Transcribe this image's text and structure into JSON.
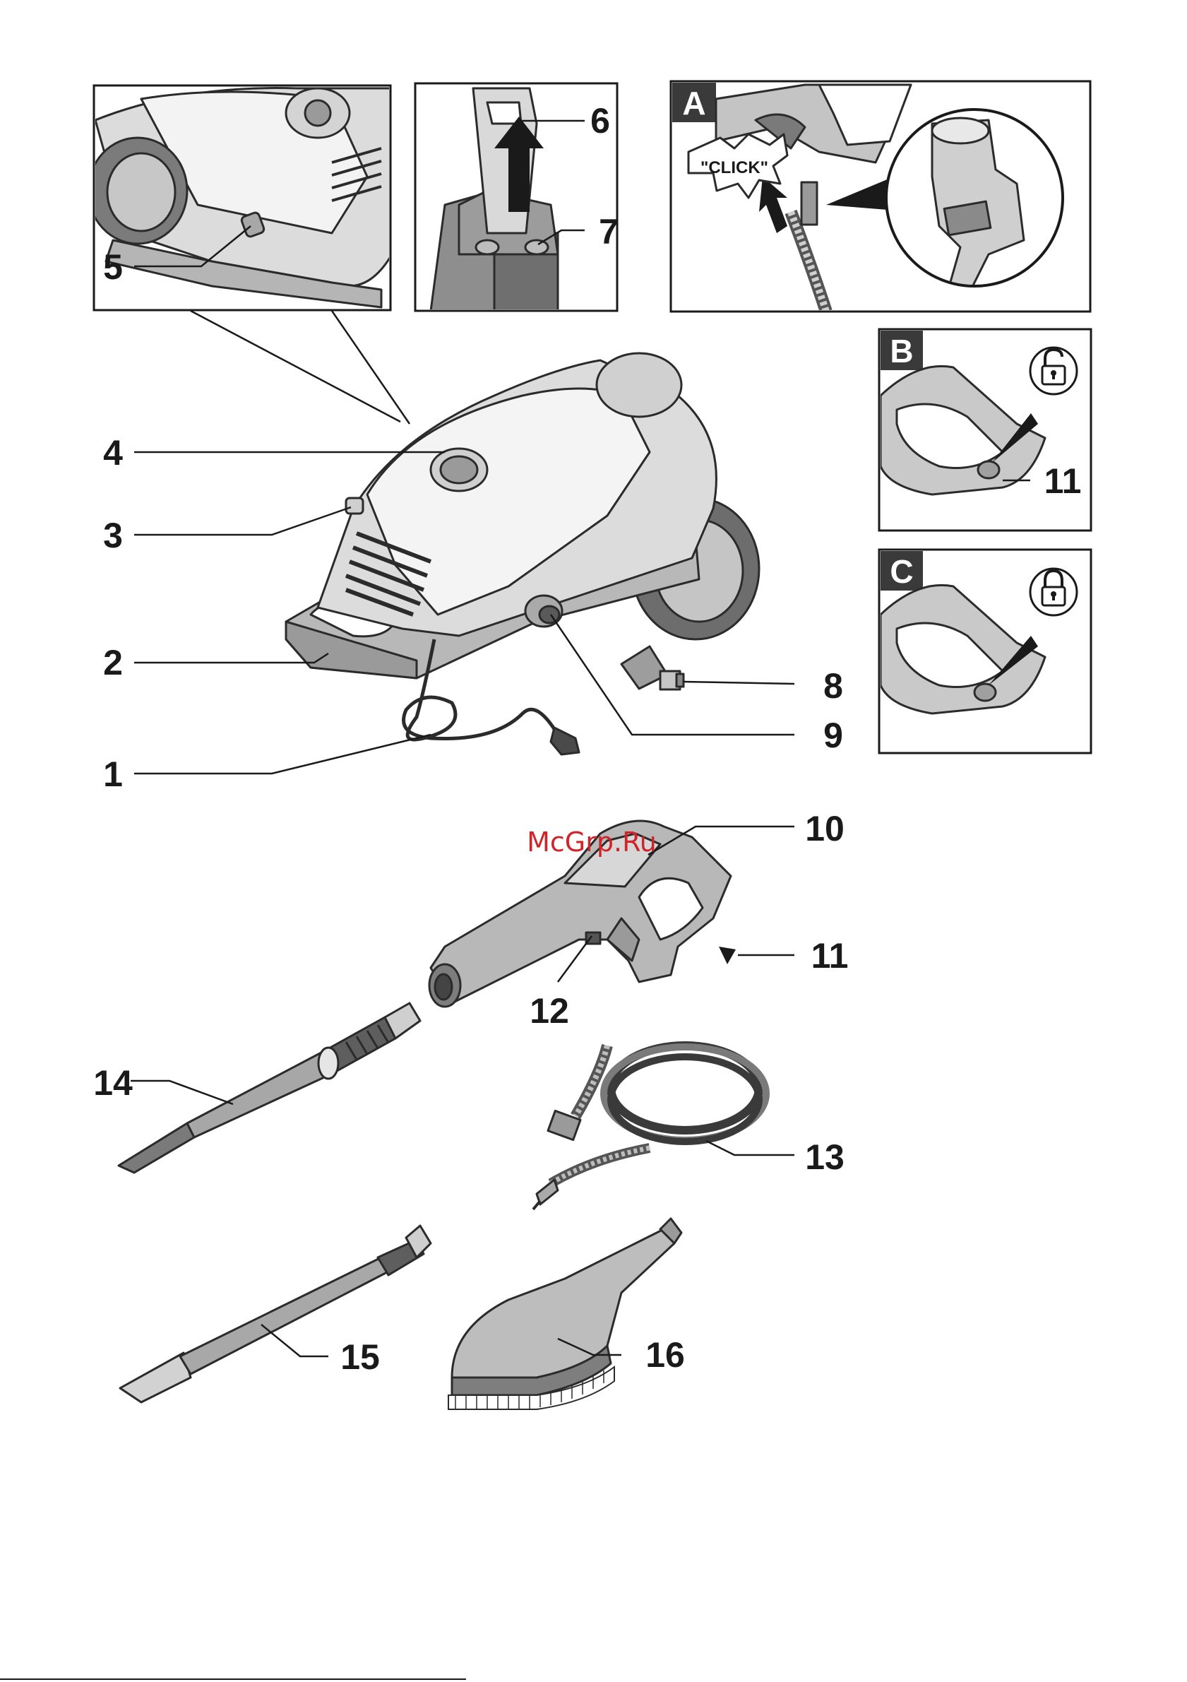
{
  "watermark": "McGrp.Ru",
  "click_label": "\"CLICK\"",
  "panel_letters": [
    "A",
    "B",
    "C"
  ],
  "callouts": [
    "1",
    "2",
    "3",
    "4",
    "5",
    "6",
    "7",
    "8",
    "9",
    "10",
    "11",
    "11",
    "12",
    "13",
    "14",
    "15",
    "16"
  ],
  "colors": {
    "body_light": "#eeeeee",
    "body_mid": "#cfcfcf",
    "body_dark": "#8c8c8c",
    "outline": "#2b2b2b",
    "panel_tab": "#3a3a3a",
    "watermark": "#d0242b"
  },
  "icons": [
    "unlocked-padlock-icon",
    "locked-padlock-icon"
  ]
}
